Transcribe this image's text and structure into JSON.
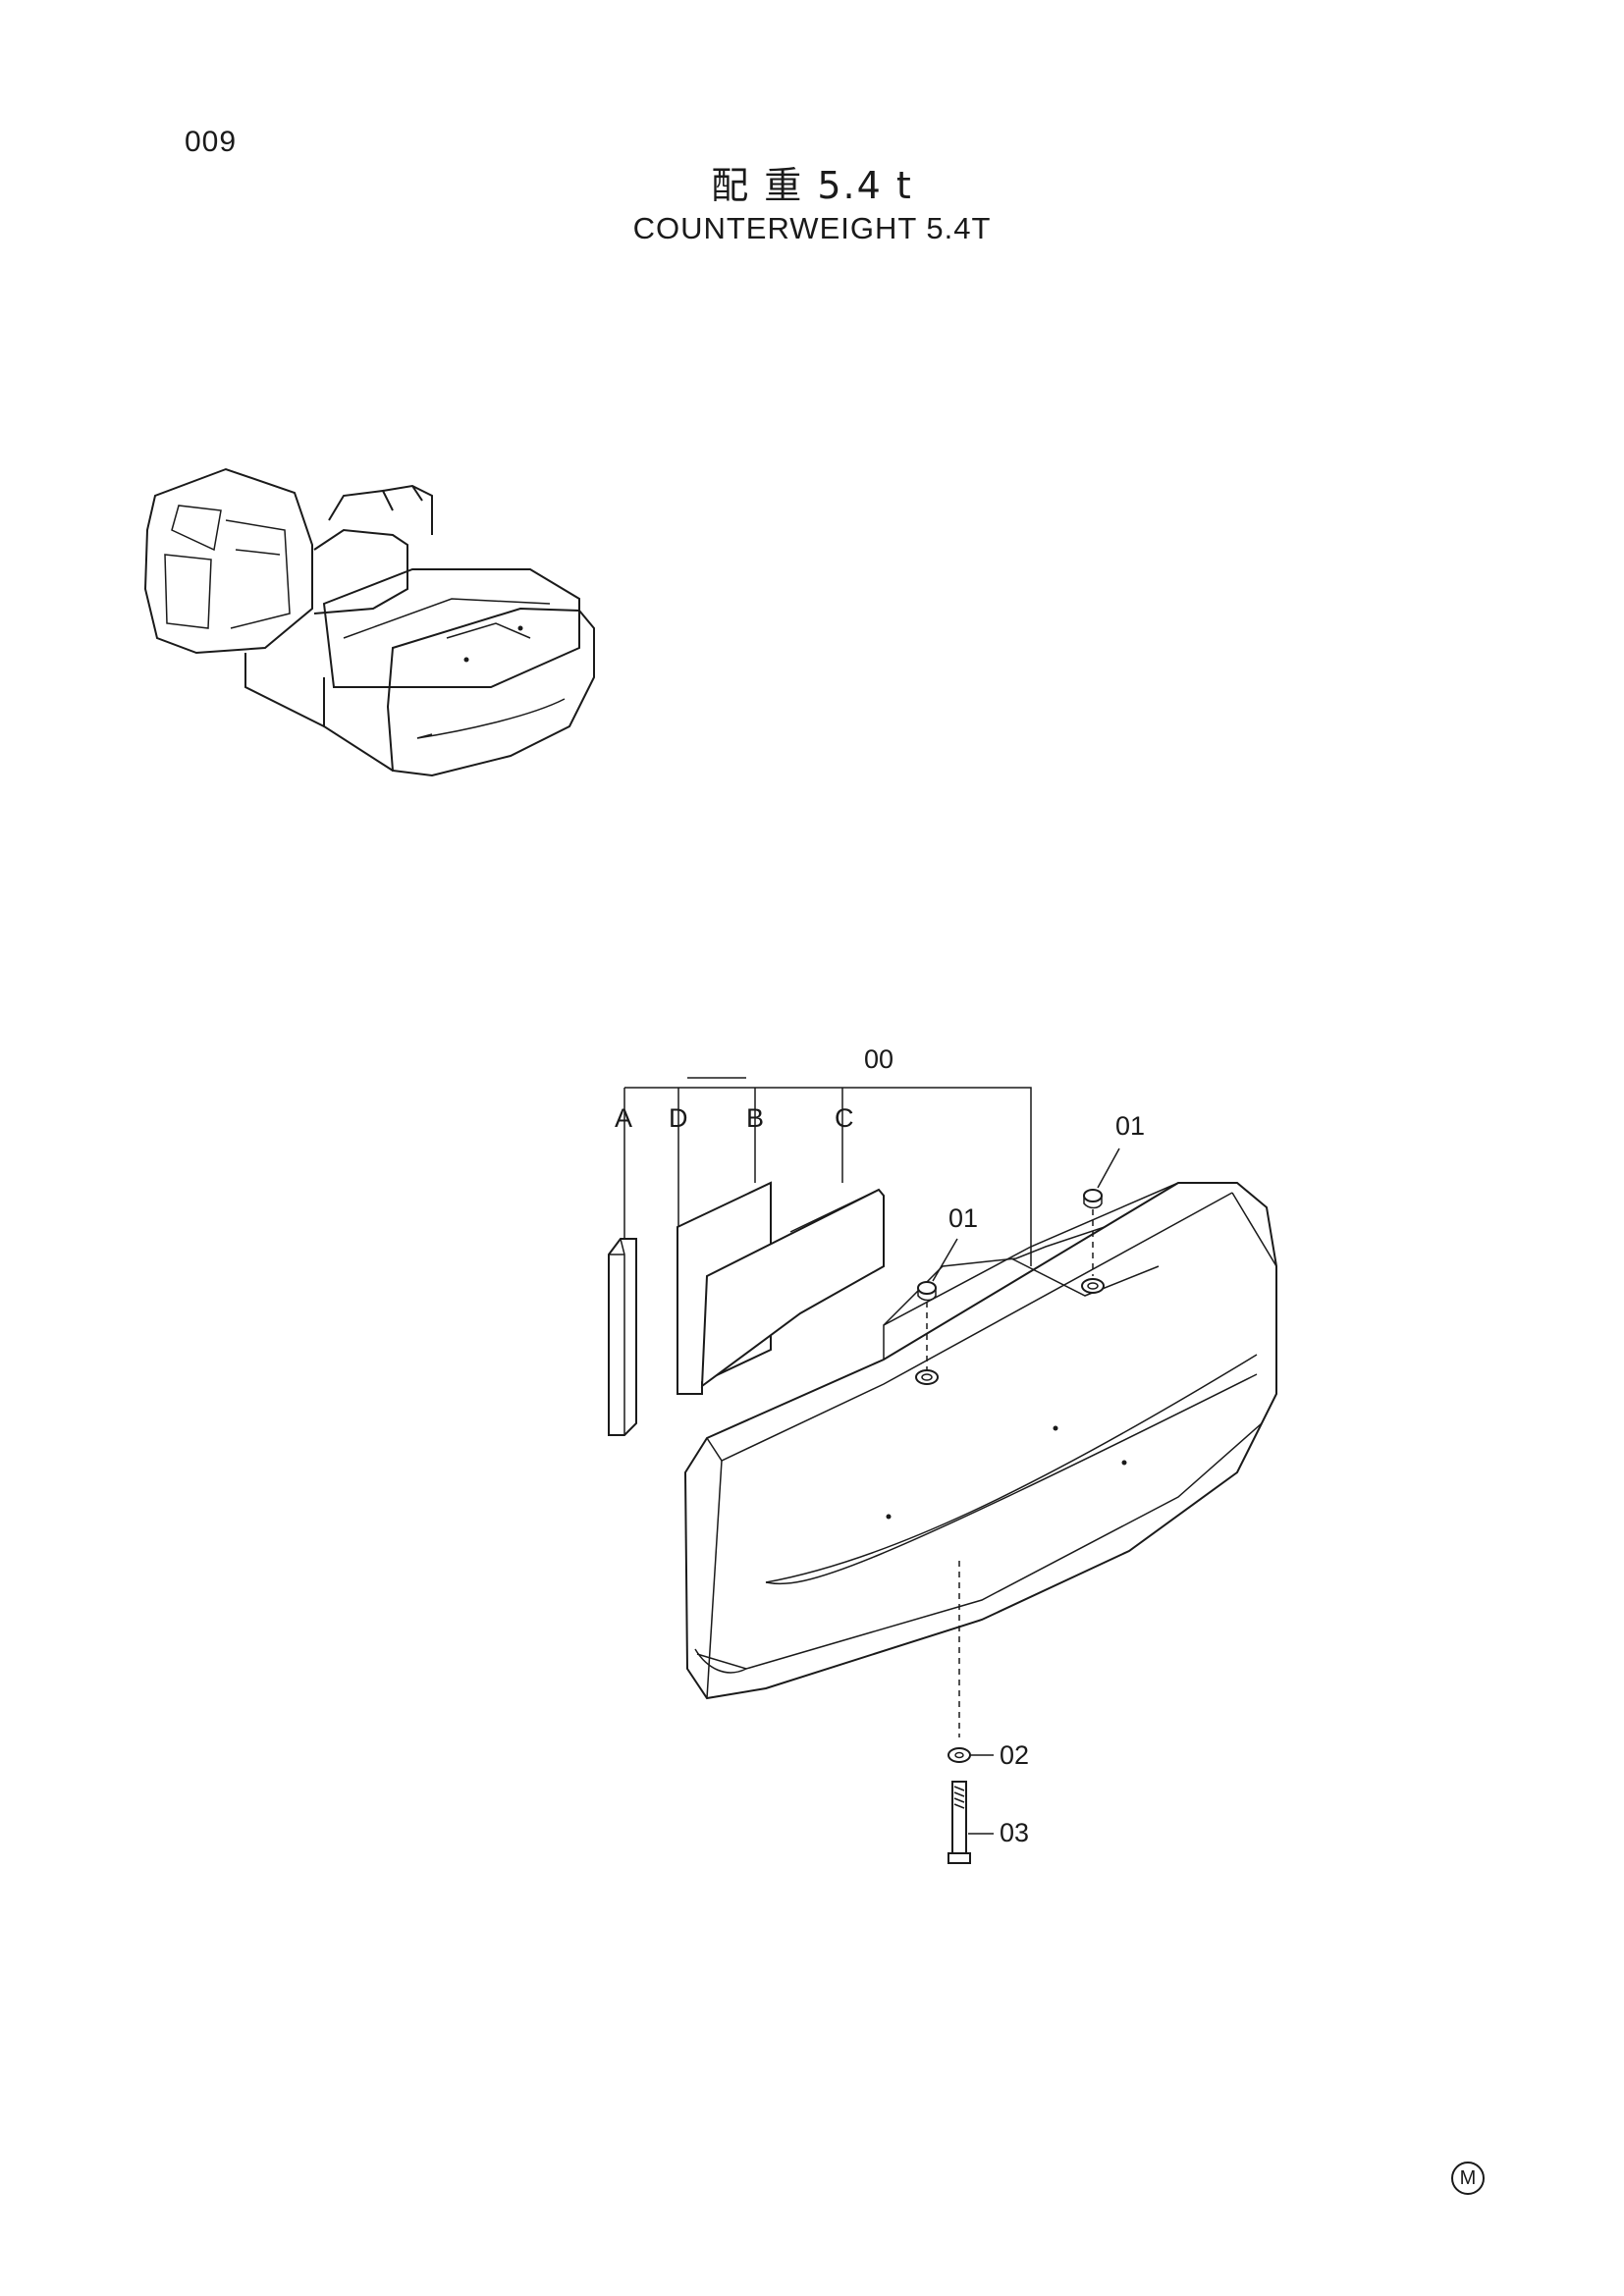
{
  "header": {
    "page_number": "009",
    "title_japanese": "配 重 5.4 t",
    "title_english": "COUNTERWEIGHT 5.4T"
  },
  "callouts": {
    "assembly": "00",
    "plate_a": "A",
    "plate_d": "D",
    "plate_b": "B",
    "plate_c": "C",
    "cap_left": "01",
    "cap_right": "01",
    "washer": "02",
    "bolt": "03"
  },
  "footer": {
    "mark": "M"
  }
}
